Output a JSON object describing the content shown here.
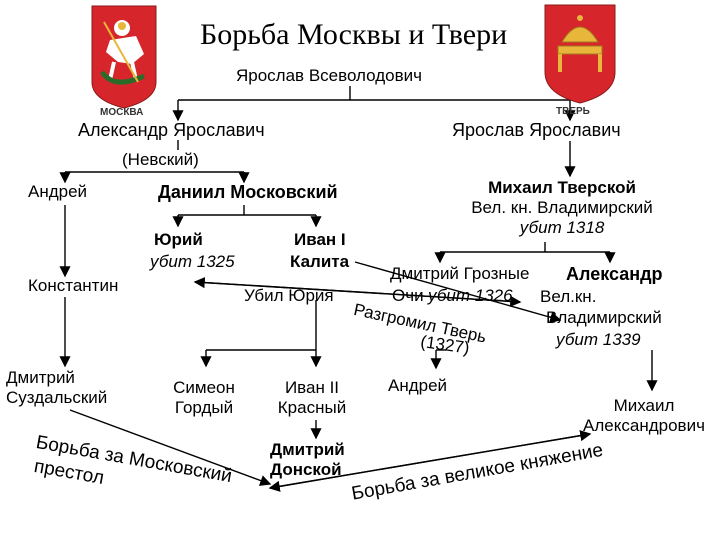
{
  "title": "Борьба Москвы и Твери",
  "crests": {
    "moscow_label": "МОСКВА",
    "tver_label": "ТВЕРЬ"
  },
  "people": {
    "yaroslav_vsevolodovich": "Ярослав Всеволодович",
    "alexander_yaroslavich": "Александр Ярославич",
    "nevsky": "(Невский)",
    "yaroslav_yaroslavich": "Ярослав Ярославич",
    "andrei": "Андрей",
    "daniil": "Даниил Московский",
    "konstantin": "Константин",
    "yuri_name": "Юрий",
    "yuri_note": "убит 1325",
    "ivan_kalita_1": "Иван I",
    "ivan_kalita_2": "Калита",
    "mikhail_1": "Михаил  Тверской",
    "mikhail_2": "Вел. кн. Владимирский",
    "mikhail_3": "убит 1318",
    "dmitry_grozny_1": "Дмитрий Грозные",
    "dmitry_grozny_2": "Очи",
    "dmitry_grozny_note": "убит 1326",
    "alexander_tver_1": "Александр",
    "alexander_tver_2": "Вел.кн.",
    "alexander_tver_3": "Владимирский",
    "alexander_tver_4": "убит 1339",
    "dmitry_suzdal_1": "Дмитрий",
    "dmitry_suzdal_2": "Суздальский",
    "simeon_1": "Симеон",
    "simeon_2": "Гордый",
    "ivan2_1": "Иван  II",
    "ivan2_2": "Красный",
    "andrei_tver": "Андрей",
    "mikhail_alex_1": "Михаил",
    "mikhail_alex_2": "Александрович",
    "dmitry_donskoy_1": "Дмитрий",
    "dmitry_donskoy_2": "Донской"
  },
  "annotations": {
    "killed_yuri": "Убил Юрия",
    "tver_ravaged_1": "Разгромил Тверь",
    "tver_ravaged_2": "(1327)",
    "moscow_throne_1": "Борьба за Московский",
    "moscow_throne_2": "престол",
    "grand_principality": "Борьба за великое княжение"
  },
  "colors": {
    "shield_red": "#d7262b",
    "gold": "#e8b63a",
    "line": "#000000"
  }
}
